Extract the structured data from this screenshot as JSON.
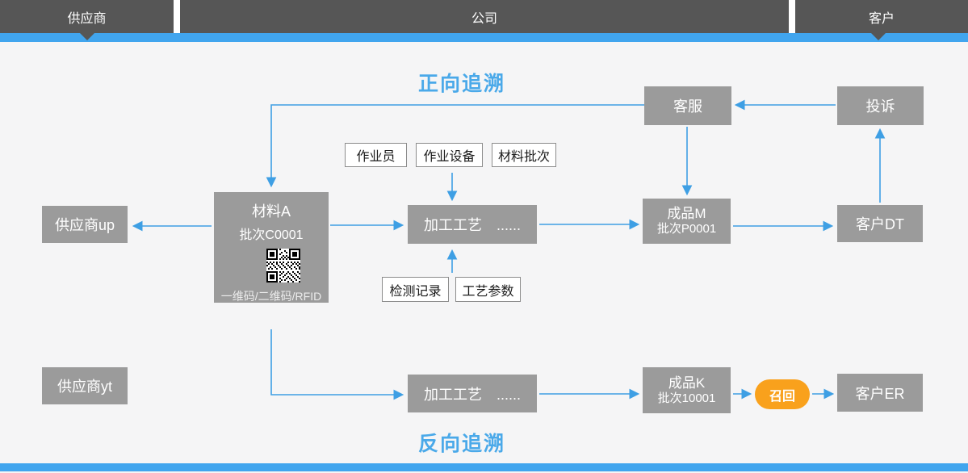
{
  "colors": {
    "bar_dark": "#565656",
    "accent_blue": "#41A5EE",
    "arrow_blue": "#3E9FE4",
    "title_blue": "#4AA9E9",
    "box_gray": "#9B9B9B",
    "recall_orange": "#F9A11C",
    "bg": "#F5F5F6",
    "wbox_border": "#8C8C8C"
  },
  "header": {
    "segments": [
      {
        "id": "supplier",
        "label": "供应商"
      },
      {
        "id": "company",
        "label": "公司"
      },
      {
        "id": "customer",
        "label": "客户"
      }
    ]
  },
  "titles": {
    "forward": "正向追溯",
    "backward": "反向追溯"
  },
  "nodes": {
    "customer_service": {
      "label": "客服"
    },
    "complaint": {
      "label": "投诉"
    },
    "supplier_up": {
      "label": "供应商up"
    },
    "material_a": {
      "title": "材料A",
      "batch": "批次C0001",
      "code_label": "一维码/二维码/RFID"
    },
    "process_1": {
      "label": "加工工艺　......"
    },
    "product_m": {
      "title": "成品M",
      "batch": "批次P0001"
    },
    "customer_dt": {
      "label": "客户DT"
    },
    "supplier_yt": {
      "label": "供应商yt"
    },
    "process_2": {
      "label": "加工工艺　......"
    },
    "product_k": {
      "title": "成品K",
      "batch": "批次10001"
    },
    "recall": {
      "label": "召回"
    },
    "customer_er": {
      "label": "客户ER"
    },
    "operator": {
      "label": "作业员"
    },
    "equipment": {
      "label": "作业设备"
    },
    "material_batch": {
      "label": "材料批次"
    },
    "inspection_record": {
      "label": "检测记录"
    },
    "process_params": {
      "label": "工艺参数"
    }
  }
}
